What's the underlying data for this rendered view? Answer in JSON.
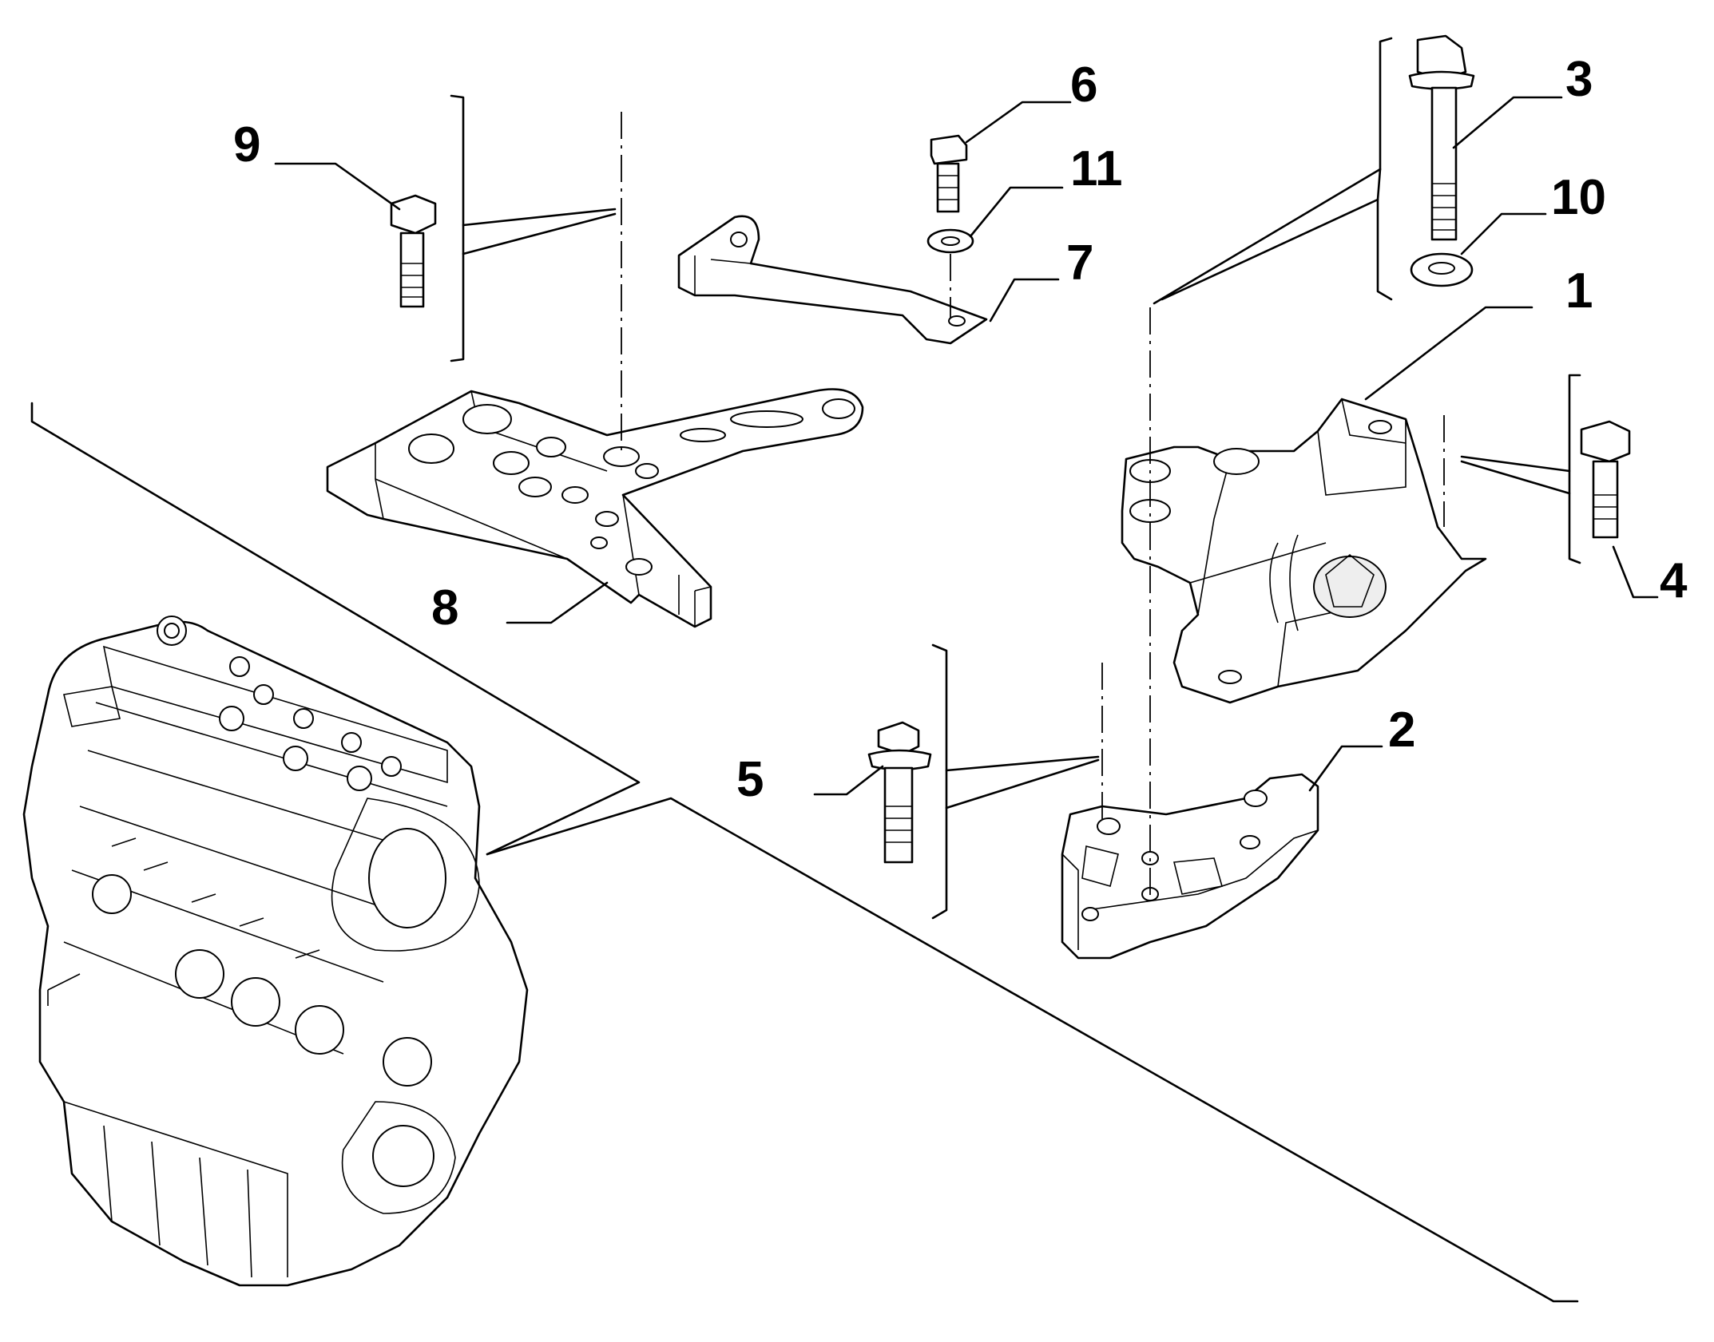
{
  "callouts": [
    {
      "id": "callout-1",
      "label": "1"
    },
    {
      "id": "callout-2",
      "label": "2"
    },
    {
      "id": "callout-3",
      "label": "3"
    },
    {
      "id": "callout-4",
      "label": "4"
    },
    {
      "id": "callout-5",
      "label": "5"
    },
    {
      "id": "callout-6",
      "label": "6"
    },
    {
      "id": "callout-7",
      "label": "7"
    },
    {
      "id": "callout-8",
      "label": "8"
    },
    {
      "id": "callout-9",
      "label": "9"
    },
    {
      "id": "callout-10",
      "label": "10"
    },
    {
      "id": "callout-11",
      "label": "11"
    }
  ]
}
